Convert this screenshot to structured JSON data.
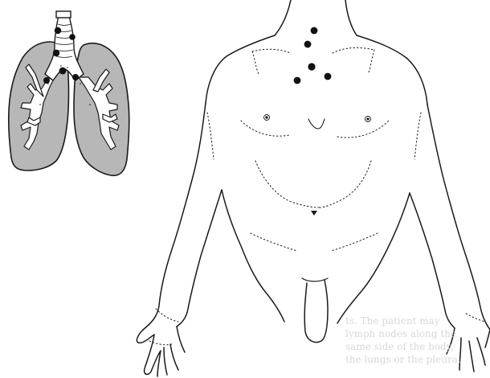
{
  "figure": {
    "inset": {
      "name": "lungs-with-lymph-nodes",
      "lung_fill": "#b7b7b7",
      "bronchi_fill": "#ffffff",
      "outline": "#1a1a1a",
      "node_color": "#111111",
      "node_count": 6
    },
    "body": {
      "name": "male-torso-anterior",
      "outline": "#1a1a1a",
      "background": "#ffffff",
      "node_color": "#111111",
      "node_count": 5,
      "node_region": "supraclavicular"
    }
  },
  "bleed_through": {
    "lines": [
      "ts. The patient may",
      "lymph nodes along the",
      "same side of the body,",
      "the lungs or the pleura."
    ]
  }
}
